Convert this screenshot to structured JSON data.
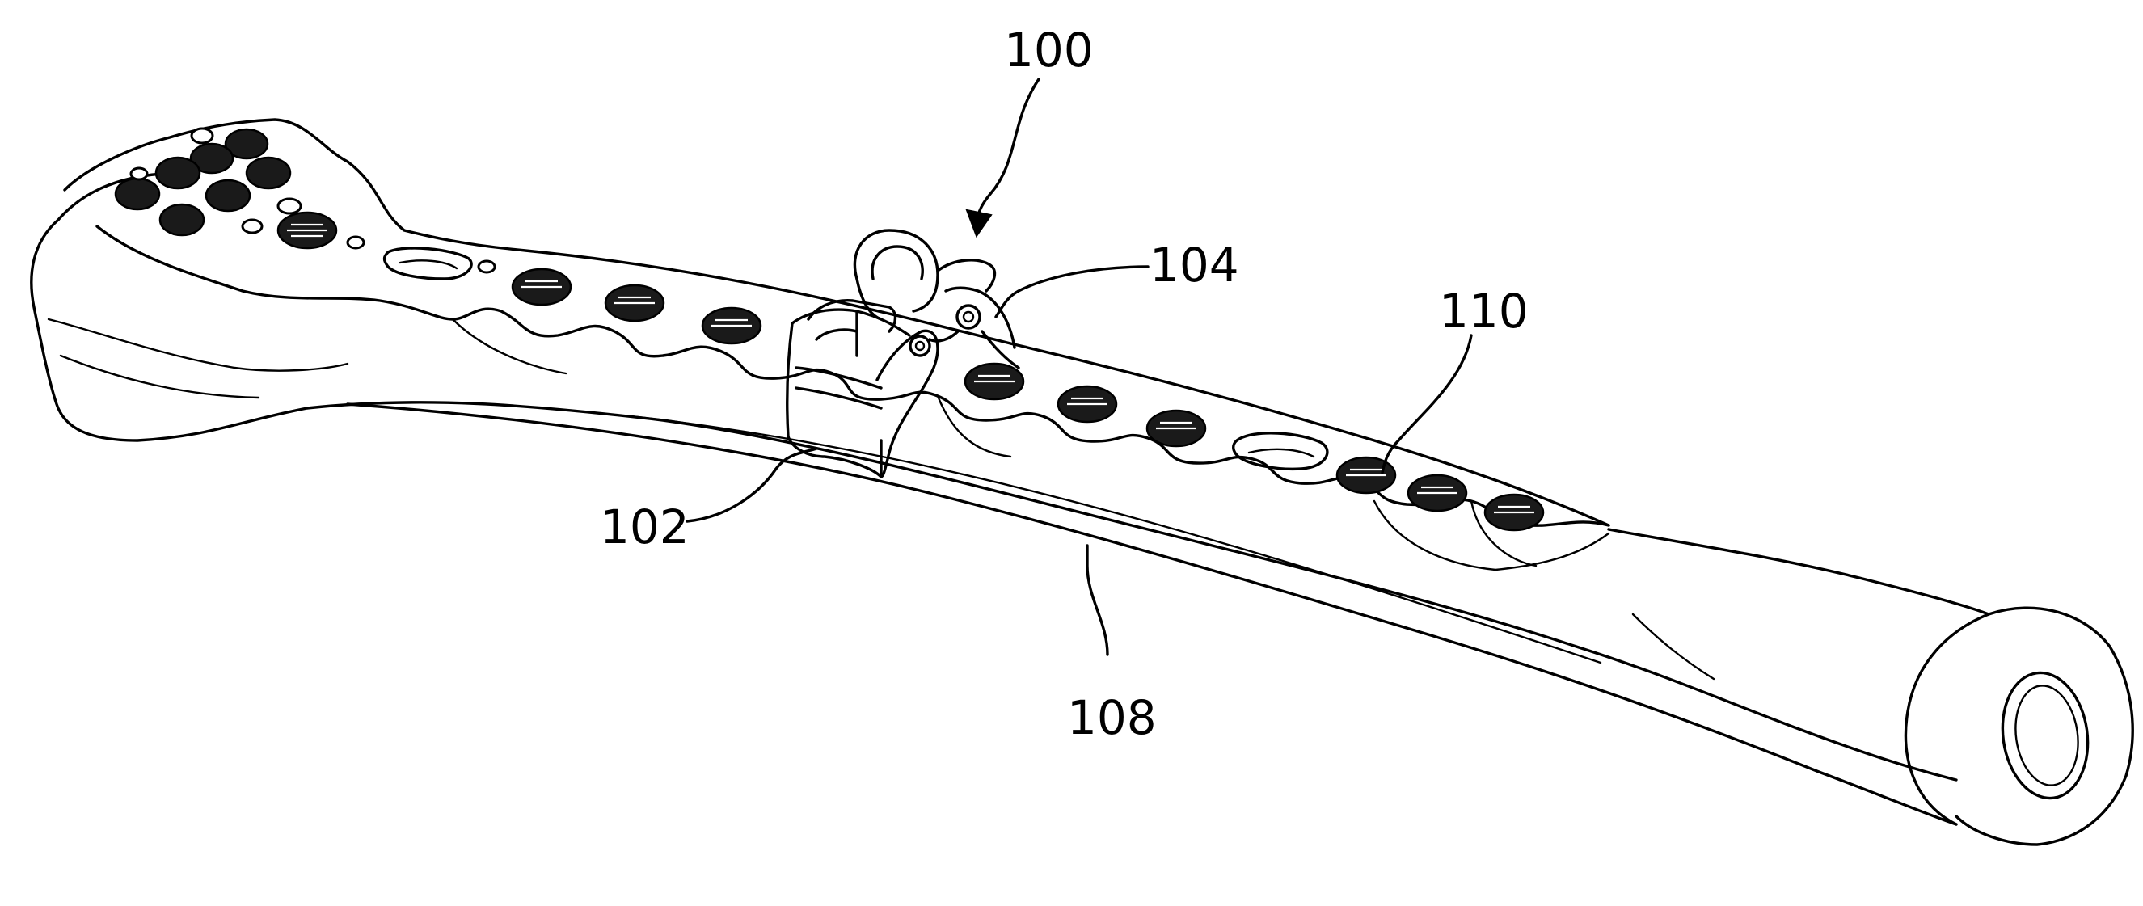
{
  "figure": {
    "labels": {
      "assembly": "100",
      "clamp": "102",
      "lever": "104",
      "bone": "108",
      "plate": "110"
    },
    "icons": {
      "arrow": "arrow-down-icon"
    },
    "colors": {
      "ink": "#000000",
      "background": "#ffffff"
    }
  }
}
